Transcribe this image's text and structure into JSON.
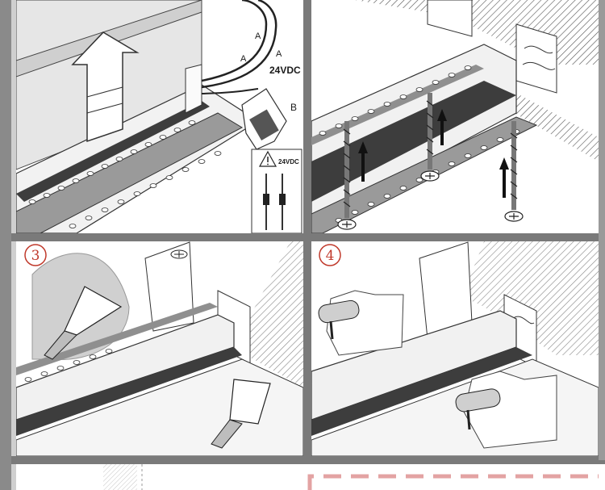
{
  "panels": [
    {
      "id": "p1",
      "number": "",
      "labels": {
        "wire_a1": "A",
        "wire_a2": "A",
        "wire_a3": "A",
        "voltage_main": "24VDC",
        "crimp_b": "B",
        "warning_voltage": "24VDC"
      }
    },
    {
      "id": "p2",
      "number": ""
    },
    {
      "id": "p3",
      "number": "3"
    },
    {
      "id": "p4",
      "number": "4"
    }
  ],
  "colors": {
    "frame": "#6f6f6f",
    "ceiling": "#d8d8d8",
    "channel": "#3d3d3d",
    "flange": "#9a9a9a",
    "number": "#c0392b",
    "dash": "#e3a3a3"
  },
  "icons": [
    "upward-arrow-icon",
    "screw-icon",
    "putty-knife-icon",
    "paint-roller-icon",
    "crimp-tool-icon",
    "warning-triangle-icon",
    "wall-box-icon"
  ]
}
